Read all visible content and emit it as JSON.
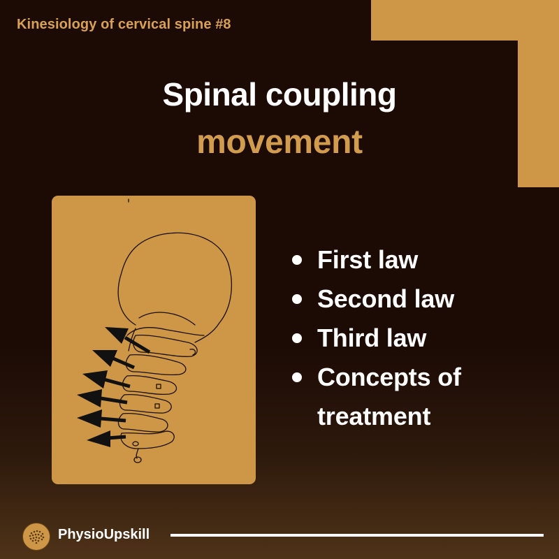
{
  "header": {
    "series_label": "Kinesiology of cervical spine #8"
  },
  "title": {
    "line1": "Spinal coupling",
    "line2": "movement"
  },
  "illustration": {
    "subject": "cervical spine with lateral arrows",
    "arrow_count": 6
  },
  "topics": [
    {
      "label": "First law"
    },
    {
      "label": "Second law"
    },
    {
      "label": "Third law"
    },
    {
      "label": "Concepts of treatment"
    }
  ],
  "footer": {
    "brand": "PhysioUpskill",
    "logo_icon": "brain-icon"
  },
  "colors": {
    "background": "#1c0a05",
    "accent": "#cd9747",
    "title_accent": "#d29c4f",
    "text": "#ffffff"
  }
}
